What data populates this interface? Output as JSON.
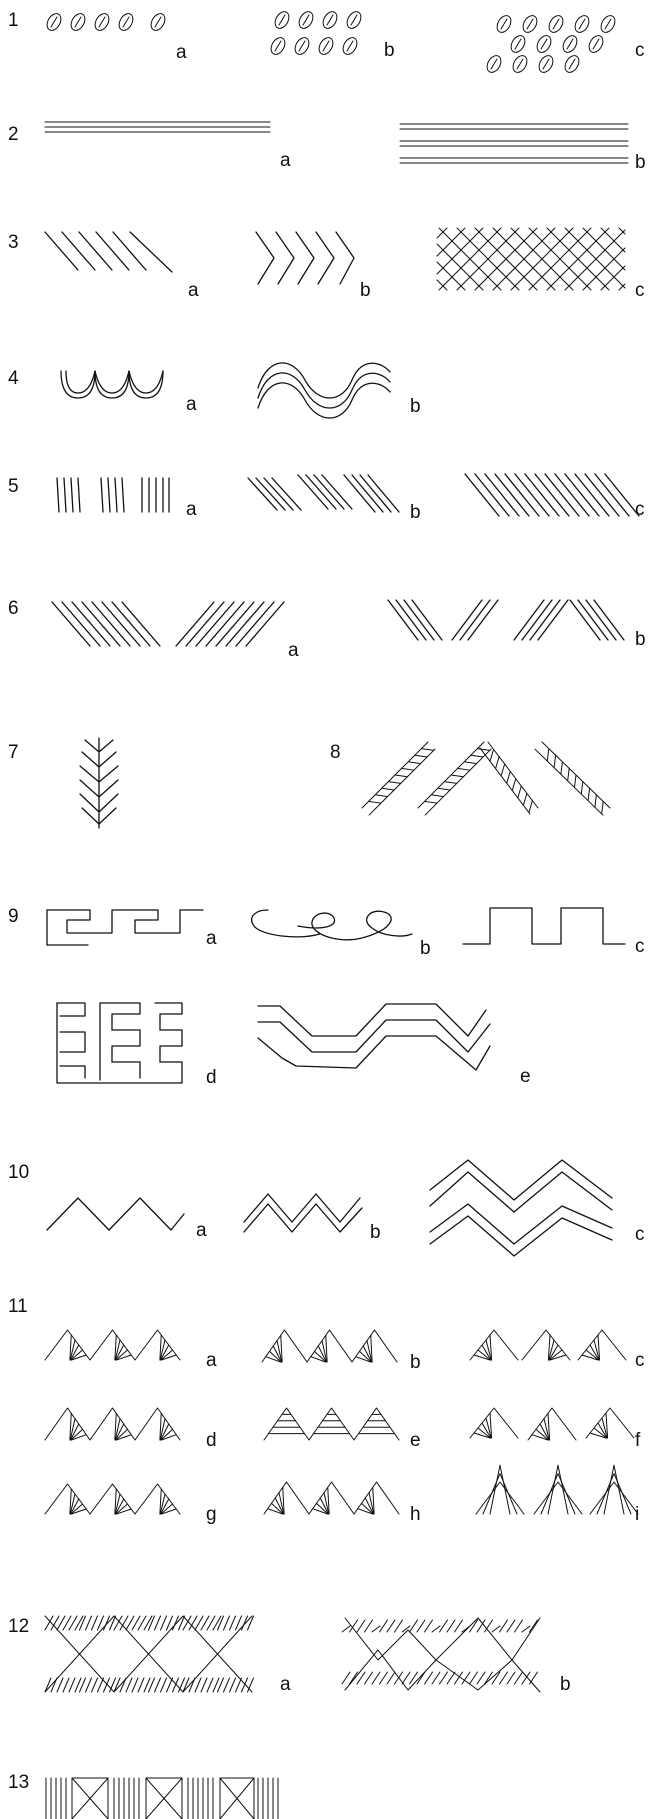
{
  "rows": [
    {
      "number": "1",
      "figures": [
        "a",
        "b",
        "c"
      ]
    },
    {
      "number": "2",
      "figures": [
        "a",
        "b"
      ]
    },
    {
      "number": "3",
      "figures": [
        "a",
        "b",
        "c"
      ]
    },
    {
      "number": "4",
      "figures": [
        "a",
        "b"
      ]
    },
    {
      "number": "5",
      "figures": [
        "a",
        "b",
        "c"
      ]
    },
    {
      "number": "6",
      "figures": [
        "a",
        "b"
      ]
    },
    {
      "number": "7",
      "figures": []
    },
    {
      "number": "8",
      "figures": []
    },
    {
      "number": "9",
      "figures": [
        "a",
        "b",
        "c",
        "d",
        "e"
      ]
    },
    {
      "number": "10",
      "figures": [
        "a",
        "b",
        "c"
      ]
    },
    {
      "number": "11",
      "figures": [
        "a",
        "b",
        "c",
        "d",
        "e",
        "f",
        "g",
        "h",
        "i"
      ]
    },
    {
      "number": "12",
      "figures": [
        "a",
        "b"
      ]
    },
    {
      "number": "13",
      "figures": []
    }
  ]
}
